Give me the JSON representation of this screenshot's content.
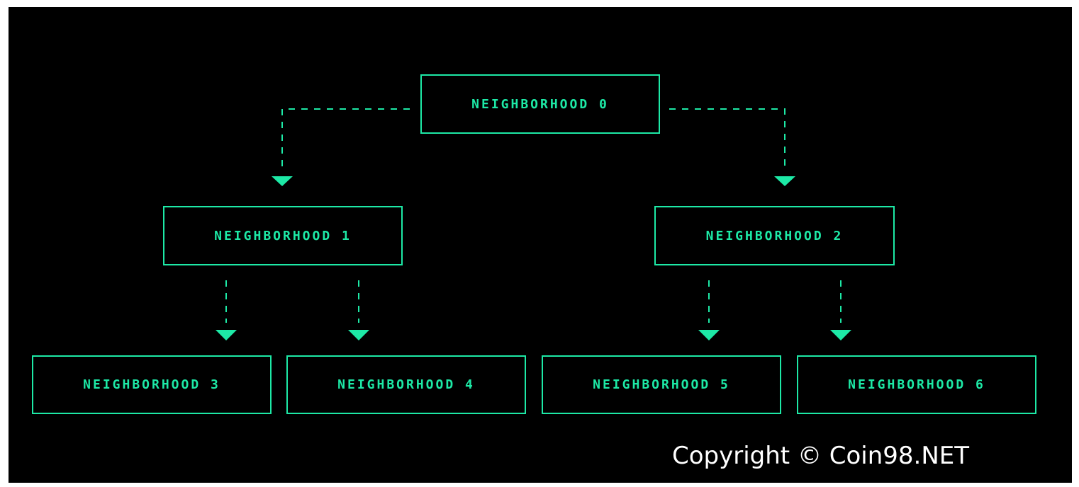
{
  "diagram": {
    "type": "tree",
    "colors": {
      "background": "#000000",
      "accent": "#1de9a6",
      "copyright_text": "#ffffff"
    },
    "nodes": [
      {
        "id": "n0",
        "label": "NEIGHBORHOOD 0"
      },
      {
        "id": "n1",
        "label": "NEIGHBORHOOD 1"
      },
      {
        "id": "n2",
        "label": "NEIGHBORHOOD 2"
      },
      {
        "id": "n3",
        "label": "NEIGHBORHOOD 3"
      },
      {
        "id": "n4",
        "label": "NEIGHBORHOOD 4"
      },
      {
        "id": "n5",
        "label": "NEIGHBORHOOD 5"
      },
      {
        "id": "n6",
        "label": "NEIGHBORHOOD 6"
      }
    ],
    "edges": [
      {
        "from": "n0",
        "to": "n1",
        "style": "dashed"
      },
      {
        "from": "n0",
        "to": "n2",
        "style": "dashed"
      },
      {
        "from": "n1",
        "to": "n3",
        "style": "dashed"
      },
      {
        "from": "n1",
        "to": "n4",
        "style": "dashed"
      },
      {
        "from": "n2",
        "to": "n5",
        "style": "dashed"
      },
      {
        "from": "n2",
        "to": "n6",
        "style": "dashed"
      }
    ]
  },
  "watermark": {
    "text": "Copyright © Coin98.NET"
  }
}
